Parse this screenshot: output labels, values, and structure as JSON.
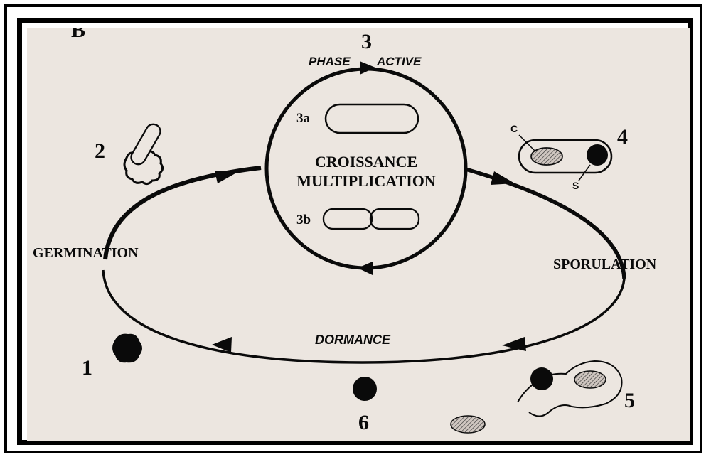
{
  "diagram": {
    "step_1": "1",
    "step_2": "2",
    "step_3": "3",
    "step_3a": "3a",
    "step_3b": "3b",
    "step_4": "4",
    "step_5": "5",
    "step_6": "6",
    "label_phase": "PHASE",
    "label_active": "ACTIVE",
    "label_croissance": "CROISSANCE",
    "label_multiplication": "MULTIPLICATION",
    "label_germination": "GERMINATION",
    "label_sporulation": "SPORULATION",
    "label_dormance": "DORMANCE",
    "label_c": "C",
    "label_s": "S",
    "corner_letter": "B"
  },
  "colors": {
    "background": "#ece6e0",
    "ink": "#0a0a0a",
    "spore_fill": "#cfc6c0"
  }
}
